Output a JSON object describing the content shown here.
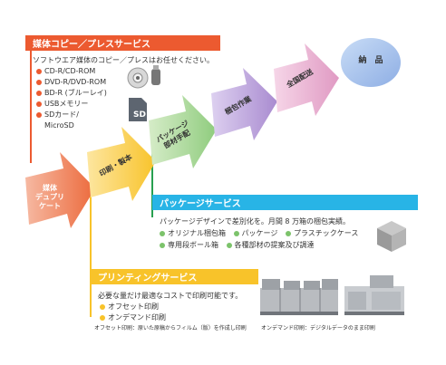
{
  "media": {
    "title": "媒体コピー／プレスサービス",
    "intro": "ソフトウエア媒体のコピー／プレスはお任せください。",
    "items": [
      "CD-R/CD-ROM",
      "DVD-R/DVD-ROM",
      "BD-R (ブルーレイ)",
      "USBメモリー",
      "SDカード/",
      "MicroSD"
    ],
    "sd_label": "SD"
  },
  "steps": {
    "step1": "媒体\nデュプリ\nケート",
    "step2": "印刷・製本",
    "step3": "パッケージ\n部材手配",
    "step4": "梱包作業",
    "step5": "全国配送",
    "step6": "納　品"
  },
  "package": {
    "title": "パッケージサービス",
    "intro": "パッケージデザインで差別化を。月間 8 万箱の梱包実績。",
    "row1": [
      "オリジナル梱包箱",
      "パッケージ",
      "プラスチックケース"
    ],
    "row2": [
      "専用段ボール箱",
      "各種部材の提案及び調達"
    ]
  },
  "printing": {
    "title": "プリンティングサービス",
    "intro": "必要な量だけ最適なコストで印刷可能です。",
    "items": [
      "オフセット印刷",
      "オンデマンド印刷"
    ],
    "caption_offset": "オフセット印刷：原いた原稿からフィルム（版）を作成し印刷",
    "caption_ondemand": "オンデマンド印刷：デジタルデータのまま印刷"
  },
  "colors": {
    "media": "#ec5a30",
    "print": "#f8c32a",
    "package": "#28b4e6",
    "green": "#7cc36b",
    "purple": "#a98bd0",
    "pink": "#e9a7cc",
    "blue": "#9ab8e8"
  }
}
